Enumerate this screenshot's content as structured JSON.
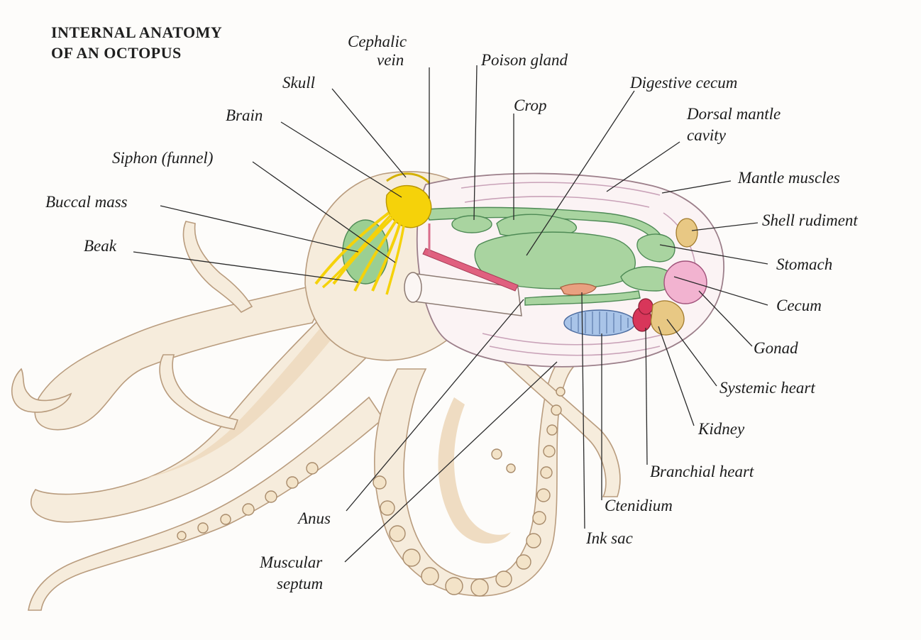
{
  "title": {
    "line1": "INTERNAL ANATOMY",
    "line2": "OF AN OCTOPUS"
  },
  "labels": {
    "cephalic_vein_1": "Cephalic",
    "cephalic_vein_2": "vein",
    "poison_gland": "Poison gland",
    "skull": "Skull",
    "digestive_cecum": "Digestive cecum",
    "crop": "Crop",
    "brain": "Brain",
    "dorsal_mantle_cavity_1": "Dorsal mantle",
    "dorsal_mantle_cavity_2": "cavity",
    "siphon": "Siphon (funnel)",
    "mantle_muscles": "Mantle muscles",
    "buccal_mass": "Buccal mass",
    "shell_rudiment": "Shell rudiment",
    "beak": "Beak",
    "stomach": "Stomach",
    "cecum": "Cecum",
    "gonad": "Gonad",
    "systemic_heart": "Systemic heart",
    "kidney": "Kidney",
    "branchial_heart": "Branchial heart",
    "ctenidium": "Ctenidium",
    "anus": "Anus",
    "ink_sac": "Ink sac",
    "muscular_septum_1": "Muscular",
    "muscular_septum_2": "septum"
  },
  "colors": {
    "nerve_yellow": "#f5d20a",
    "digestive_green": "#a9d4a0",
    "gonad_pink": "#f2b3d0",
    "heart_red": "#d8365a",
    "ctenidium_blue": "#a9c4e8",
    "kidney_tan": "#e8c884",
    "vein_pink": "#e0607f",
    "body_cream": "#f6ecdc"
  }
}
